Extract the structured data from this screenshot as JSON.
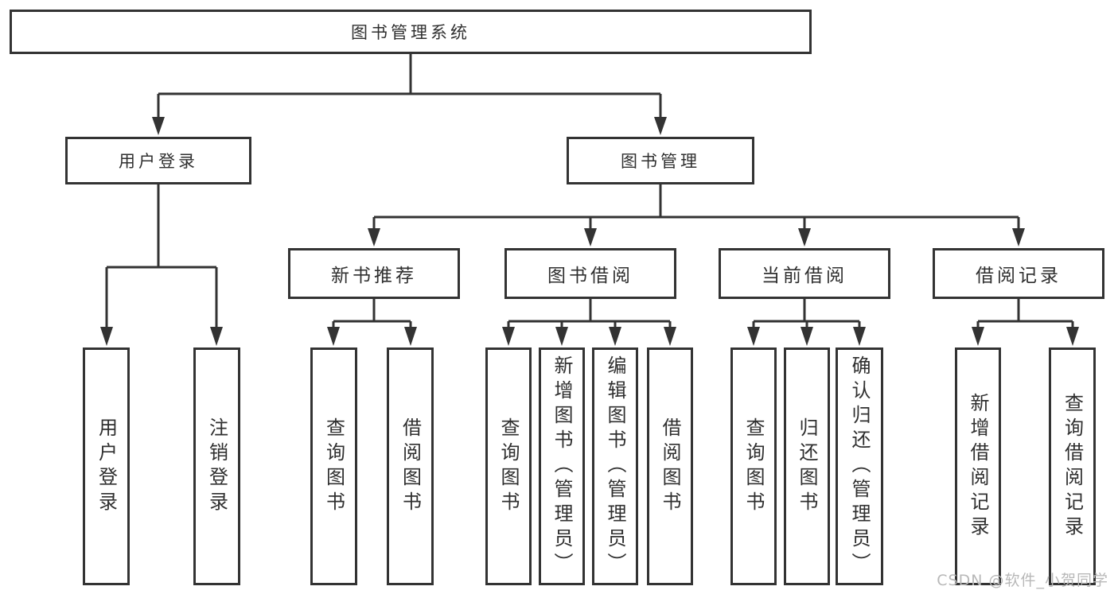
{
  "diagram": {
    "title": "图书管理系统",
    "root": {
      "label": "图书管理系统"
    },
    "level2": [
      {
        "label": "用户登录",
        "children": [
          {
            "label": "用户登录"
          },
          {
            "label": "注销登录"
          }
        ]
      },
      {
        "label": "图书管理",
        "children": [
          {
            "label": "新书推荐",
            "children": [
              {
                "label": "查询图书"
              },
              {
                "label": "借阅图书"
              }
            ]
          },
          {
            "label": "图书借阅",
            "children": [
              {
                "label": "查询图书"
              },
              {
                "label": "新增图书（管理员）"
              },
              {
                "label": "编辑图书（管理员）"
              },
              {
                "label": "借阅图书"
              }
            ]
          },
          {
            "label": "当前借阅",
            "children": [
              {
                "label": "查询图书"
              },
              {
                "label": "归还图书"
              },
              {
                "label": "确认归还（管理员）"
              }
            ]
          },
          {
            "label": "借阅记录",
            "children": [
              {
                "label": "新增借阅记录"
              },
              {
                "label": "查询借阅记录"
              }
            ]
          }
        ]
      }
    ]
  },
  "watermark": {
    "text": "CSDN @软件_小贺同学"
  },
  "colors": {
    "line": "#333333",
    "text": "#2f2f2f",
    "watermark": "#b8b8b8",
    "background": "#ffffff"
  }
}
